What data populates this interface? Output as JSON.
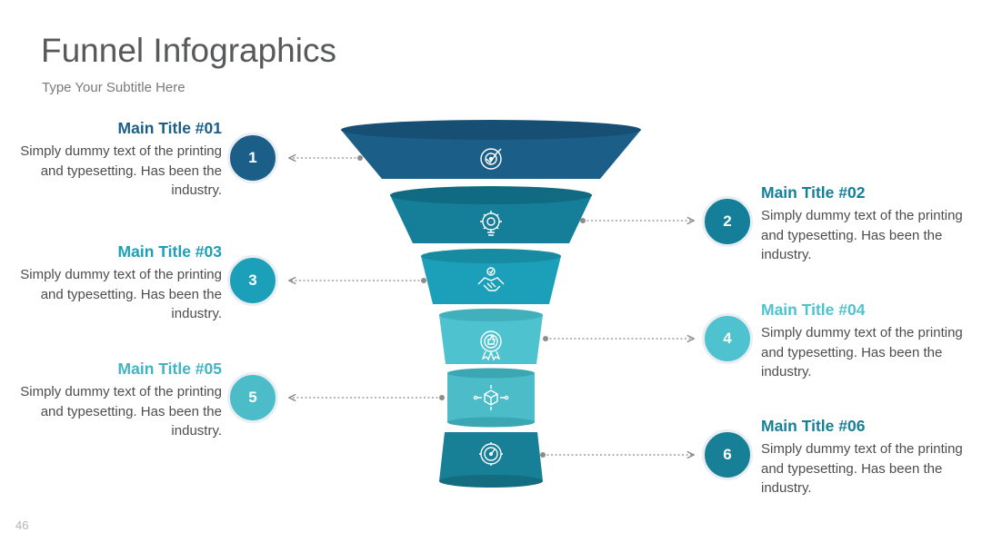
{
  "header": {
    "title": "Funnel Infographics",
    "subtitle": "Type Your Subtitle Here"
  },
  "page_number": "46",
  "steps": [
    {
      "number": "1",
      "heading": "Main Title #01",
      "text": "Simply dummy text of the printing and typesetting. Has been the industry.",
      "side": "left",
      "heading_color": "#1b5f89",
      "badge_color": "#1b5f89",
      "icon": "target-check-icon"
    },
    {
      "number": "2",
      "heading": "Main Title #02",
      "text": "Simply dummy text of the printing and typesetting. Has been the industry.",
      "side": "right",
      "heading_color": "#157f9a",
      "badge_color": "#157f9a",
      "icon": "lightbulb-gear-icon"
    },
    {
      "number": "3",
      "heading": "Main Title #03",
      "text": "Simply dummy text of the printing and typesetting. Has been the industry.",
      "side": "left",
      "heading_color": "#1ca0b9",
      "badge_color": "#1ca0b9",
      "icon": "handshake-icon"
    },
    {
      "number": "4",
      "heading": "Main Title #04",
      "text": "Simply dummy text of the printing and typesetting. Has been the industry.",
      "side": "right",
      "heading_color": "#4ec3cf",
      "badge_color": "#4ec3cf",
      "icon": "thumbs-up-badge-icon"
    },
    {
      "number": "5",
      "heading": "Main Title #05",
      "text": "Simply dummy text of the printing and typesetting. Has been the industry.",
      "side": "left",
      "heading_color": "#41b5c2",
      "badge_color": "#4cbcc8",
      "icon": "network-cube-icon"
    },
    {
      "number": "6",
      "heading": "Main Title #06",
      "text": "Simply dummy text of the printing and typesetting. Has been the industry.",
      "side": "right",
      "heading_color": "#177f96",
      "badge_color": "#177f96",
      "icon": "speedometer-gear-icon"
    }
  ],
  "funnel_colors": {
    "layer_1": "#1b5f89",
    "layer_2": "#157f9a",
    "layer_3": "#1ca0b9",
    "layer_4": "#4ec3cf",
    "layer_5": "#4cbcc8",
    "layer_6": "#177f96"
  }
}
